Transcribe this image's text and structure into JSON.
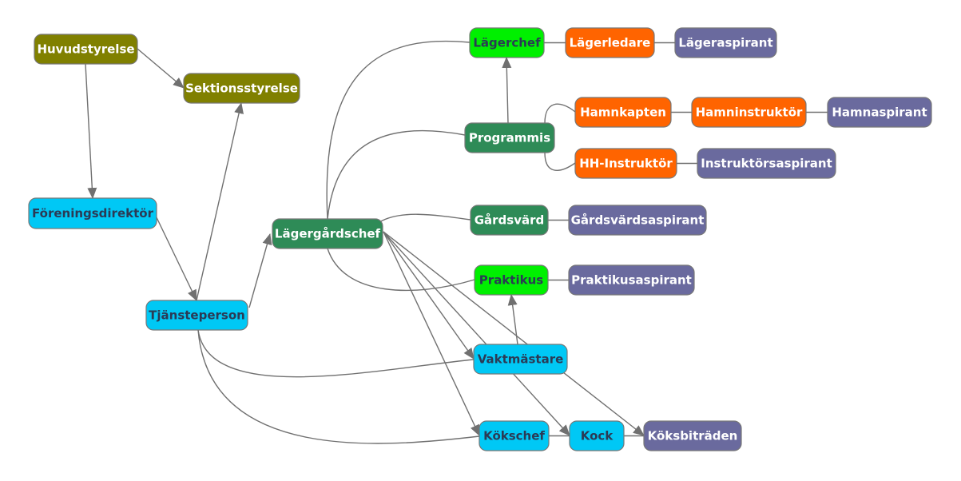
{
  "colors": {
    "board": "#808000",
    "blue": "#00c8f5",
    "green": "#2e8b57",
    "lime": "#00f000",
    "orange": "#ff6400",
    "purple": "#6a6a9e",
    "text_light": "#ffffff",
    "text_dark": "#2b3a55",
    "edge": "#707070"
  },
  "nodes": {
    "huvudstyrelse": {
      "label": "Huvudstyrelse",
      "color": "board"
    },
    "sektionsstyrelse": {
      "label": "Sektionsstyrelse",
      "color": "board"
    },
    "foreningsdirektor": {
      "label": "Föreningsdirektör",
      "color": "blue"
    },
    "tjansteperson": {
      "label": "Tjänsteperson",
      "color": "blue"
    },
    "lagergardschef": {
      "label": "Lägergårdschef",
      "color": "green"
    },
    "lagerchef": {
      "label": "Lägerchef",
      "color": "lime"
    },
    "lagerledare": {
      "label": "Lägerledare",
      "color": "orange"
    },
    "lageraspirant": {
      "label": "Lägeraspirant",
      "color": "purple"
    },
    "programmis": {
      "label": "Programmis",
      "color": "green"
    },
    "hamnkapten": {
      "label": "Hamnkapten",
      "color": "orange"
    },
    "hamninstruktor": {
      "label": "Hamninstruktör",
      "color": "orange"
    },
    "hamnaspirant": {
      "label": "Hamnaspirant",
      "color": "purple"
    },
    "hh_instruktor": {
      "label": "HH-Instruktör",
      "color": "orange"
    },
    "instruktorsaspirant": {
      "label": "Instruktörsaspirant",
      "color": "purple"
    },
    "gardsvard": {
      "label": "Gårdsvärd",
      "color": "green"
    },
    "gardsvardsaspirant": {
      "label": "Gårdsvärdsaspirant",
      "color": "purple"
    },
    "praktikus": {
      "label": "Praktikus",
      "color": "lime"
    },
    "praktikusaspirant": {
      "label": "Praktikusaspirant",
      "color": "purple"
    },
    "vaktmastare": {
      "label": "Vaktmästare",
      "color": "blue"
    },
    "kokschef": {
      "label": "Kökschef",
      "color": "blue"
    },
    "kock": {
      "label": "Kock",
      "color": "blue"
    },
    "koksbitraden": {
      "label": "Köksbiträden",
      "color": "purple"
    }
  },
  "edges": [
    {
      "from": "huvudstyrelse",
      "to": "sektionsstyrelse",
      "arrow": true
    },
    {
      "from": "huvudstyrelse",
      "to": "foreningsdirektor",
      "arrow": true
    },
    {
      "from": "foreningsdirektor",
      "to": "tjansteperson",
      "arrow": true
    },
    {
      "from": "tjansteperson",
      "to": "sektionsstyrelse",
      "arrow": true
    },
    {
      "from": "tjansteperson",
      "to": "lagergardschef",
      "arrow": true
    },
    {
      "from": "tjansteperson",
      "to": "vaktmastare",
      "arrow": false
    },
    {
      "from": "tjansteperson",
      "to": "kokschef",
      "arrow": false
    },
    {
      "from": "lagergardschef",
      "to": "lagerchef",
      "arrow": false
    },
    {
      "from": "lagergardschef",
      "to": "programmis",
      "arrow": false
    },
    {
      "from": "lagergardschef",
      "to": "gardsvard",
      "arrow": false
    },
    {
      "from": "lagergardschef",
      "to": "praktikus",
      "arrow": false
    },
    {
      "from": "lagergardschef",
      "to": "vaktmastare",
      "arrow": true
    },
    {
      "from": "lagergardschef",
      "to": "kokschef",
      "arrow": true
    },
    {
      "from": "lagergardschef",
      "to": "kock",
      "arrow": true
    },
    {
      "from": "lagergardschef",
      "to": "koksbitraden",
      "arrow": true
    },
    {
      "from": "programmis",
      "to": "lagerchef",
      "arrow": true
    },
    {
      "from": "programmis",
      "to": "hamnkapten",
      "arrow": false
    },
    {
      "from": "programmis",
      "to": "hh_instruktor",
      "arrow": false
    },
    {
      "from": "lagerchef",
      "to": "lagerledare",
      "arrow": false
    },
    {
      "from": "lagerledare",
      "to": "lageraspirant",
      "arrow": false
    },
    {
      "from": "hamnkapten",
      "to": "hamninstruktor",
      "arrow": false
    },
    {
      "from": "hamninstruktor",
      "to": "hamnaspirant",
      "arrow": false
    },
    {
      "from": "hh_instruktor",
      "to": "instruktorsaspirant",
      "arrow": false
    },
    {
      "from": "gardsvard",
      "to": "gardsvardsaspirant",
      "arrow": false
    },
    {
      "from": "praktikus",
      "to": "praktikusaspirant",
      "arrow": false
    },
    {
      "from": "vaktmastare",
      "to": "praktikus",
      "arrow": true
    },
    {
      "from": "kokschef",
      "to": "kock",
      "arrow": false
    },
    {
      "from": "kock",
      "to": "koksbitraden",
      "arrow": false
    }
  ]
}
